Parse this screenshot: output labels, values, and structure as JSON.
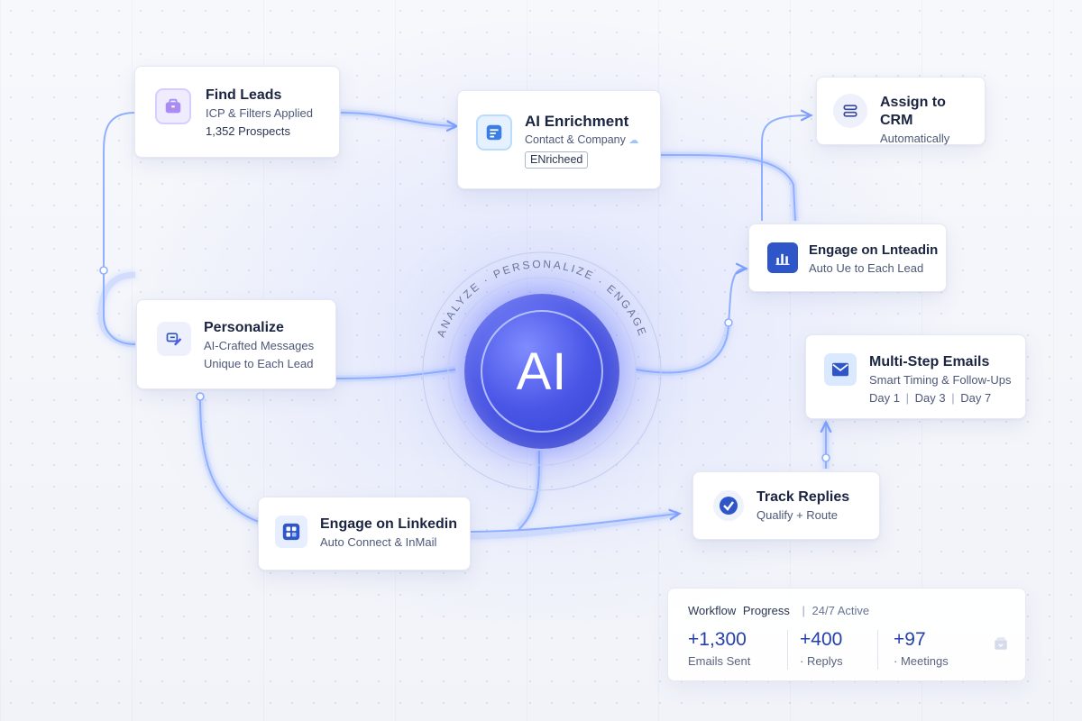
{
  "hub": {
    "label": "AI",
    "ring_text": "ANALYZE · PERSONALIZE · ENGAGE"
  },
  "cards": {
    "find_leads": {
      "title": "Find Leads",
      "line1": "ICP & Filters Applied",
      "line2": "1,352 Prospects",
      "icon": "briefcase-icon"
    },
    "ai_enrichment": {
      "title": "AI Enrichment",
      "line1": "Contact & Company",
      "tag": "ENricheed",
      "icon": "document-sparkle-icon"
    },
    "assign_crm": {
      "title": "Assign to CRM",
      "line1": "Automatically",
      "icon": "database-icon"
    },
    "engage_linkedin_top": {
      "title": "Engage on Lnteadin",
      "line1": "Auto Ue to Each Lead",
      "icon": "bar-chart-icon"
    },
    "personalize": {
      "title": "Personalize",
      "line1": "AI-Crafted Messages",
      "line2": "Unique to Each Lead",
      "icon": "message-edit-icon"
    },
    "multi_step_emails": {
      "title": "Multi-Step Emails",
      "line1": "Smart Timing & Follow-Ups",
      "schedule": [
        "Day 1",
        "Day 3",
        "Day 7"
      ],
      "icon": "envelope-icon"
    },
    "track_replies": {
      "title": "Track Replies",
      "line1": "Qualify + Route",
      "icon": "check-circle-icon"
    },
    "engage_linkedin_bottom": {
      "title": "Engage on Linkedin",
      "line1": "Auto Connect & InMail",
      "icon": "grid-icon"
    }
  },
  "progress": {
    "label_a": "Workflow",
    "label_b": "Progress",
    "label_c": "24/7 Active",
    "stats": [
      {
        "value": "+1,300",
        "label": "Emails Sent"
      },
      {
        "value": "+400",
        "label": "· Replys"
      },
      {
        "value": "+97",
        "label": "· Meetings"
      }
    ],
    "icon": "box-icon"
  },
  "colors": {
    "accent": "#4a56e6",
    "connector": "#8fb0ff",
    "stat_value": "#2740a8",
    "title": "#1b2440"
  }
}
